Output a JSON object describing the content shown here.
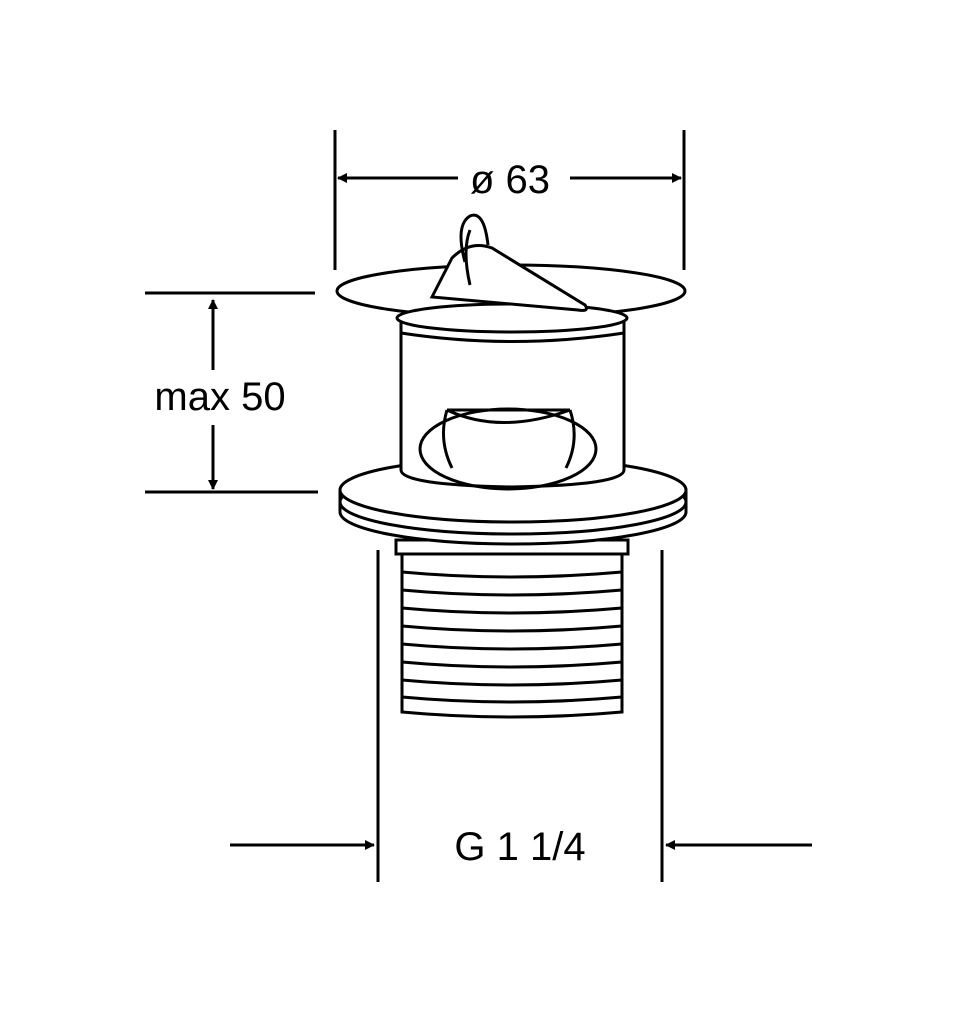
{
  "dimensions": {
    "diameter_label": "ø 63",
    "height_label": "max 50",
    "thread_label": "G 1 1/4"
  },
  "colors": {
    "line": "#000000",
    "background": "#ffffff"
  }
}
